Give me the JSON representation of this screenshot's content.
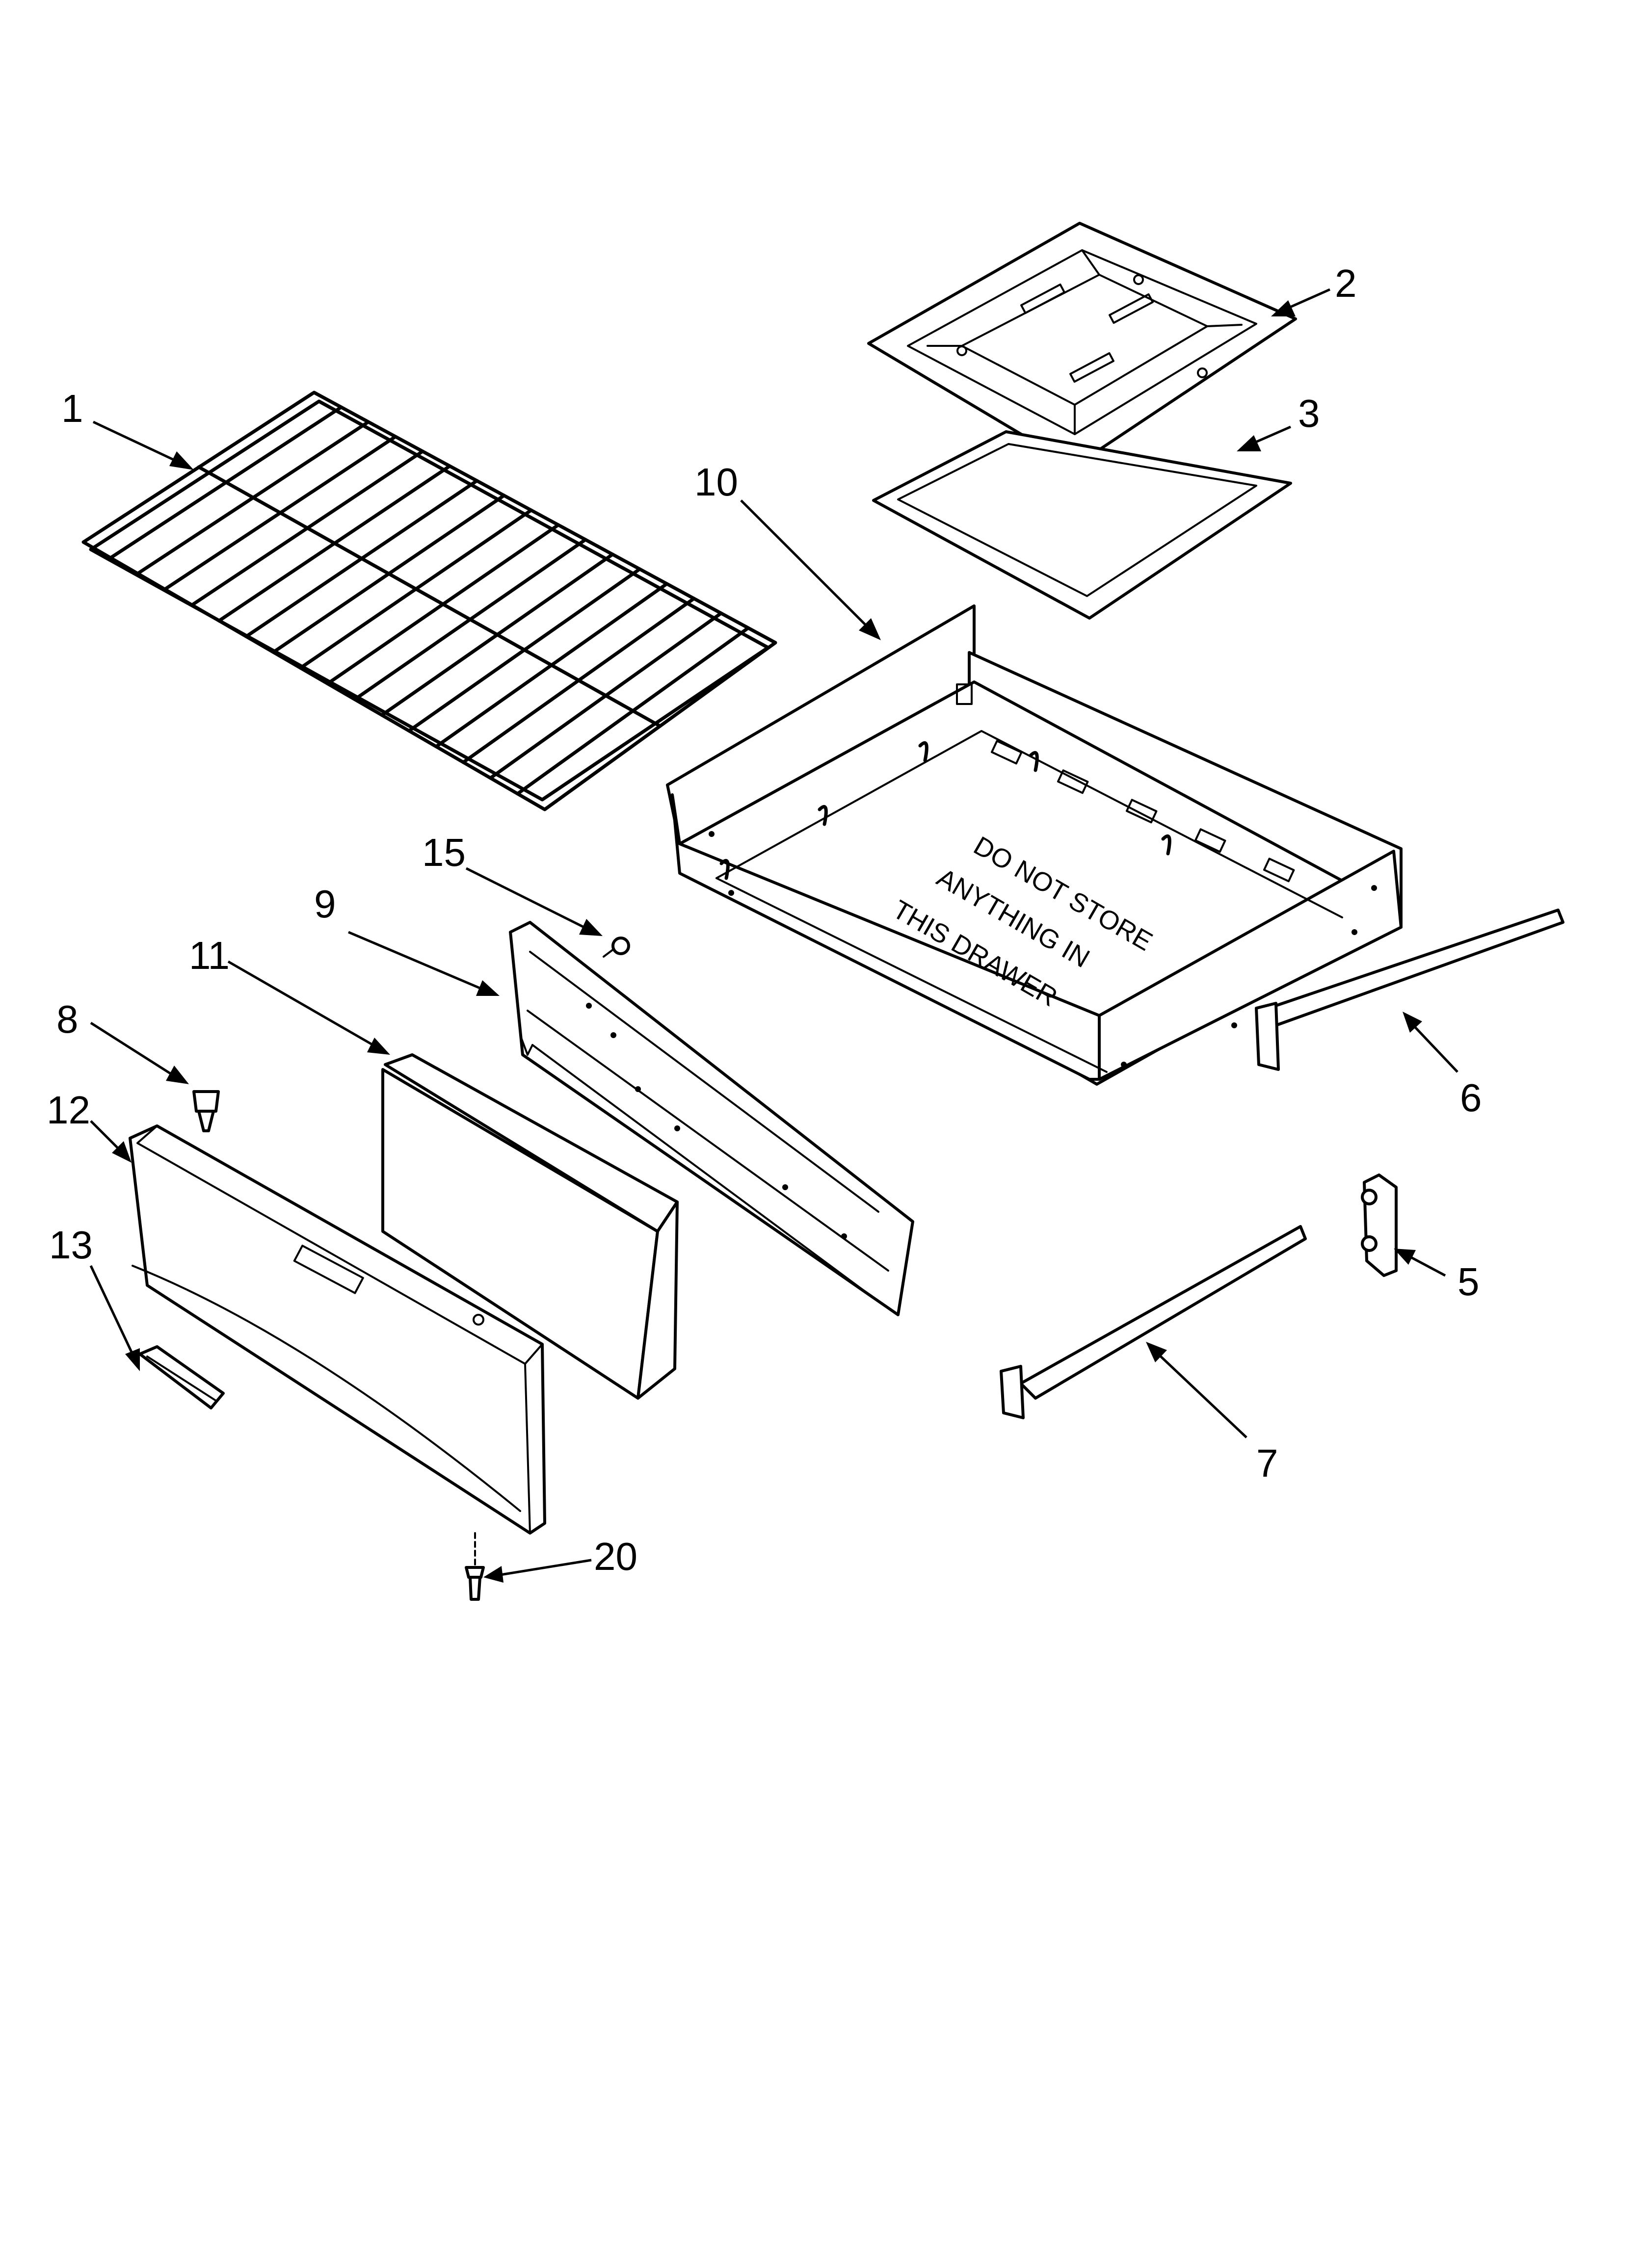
{
  "diagram": {
    "callouts": [
      {
        "id": "p1",
        "label": "1"
      },
      {
        "id": "p2",
        "label": "2"
      },
      {
        "id": "p3",
        "label": "3"
      },
      {
        "id": "p5",
        "label": "5"
      },
      {
        "id": "p6",
        "label": "6"
      },
      {
        "id": "p7",
        "label": "7"
      },
      {
        "id": "p8",
        "label": "8"
      },
      {
        "id": "p9",
        "label": "9"
      },
      {
        "id": "p10",
        "label": "10"
      },
      {
        "id": "p11",
        "label": "11"
      },
      {
        "id": "p12",
        "label": "12"
      },
      {
        "id": "p13",
        "label": "13"
      },
      {
        "id": "p15",
        "label": "15"
      },
      {
        "id": "p20",
        "label": "20"
      }
    ],
    "drawer_text": [
      "DO NOT STORE",
      "ANYTHING IN",
      "THIS DRAWER"
    ]
  }
}
